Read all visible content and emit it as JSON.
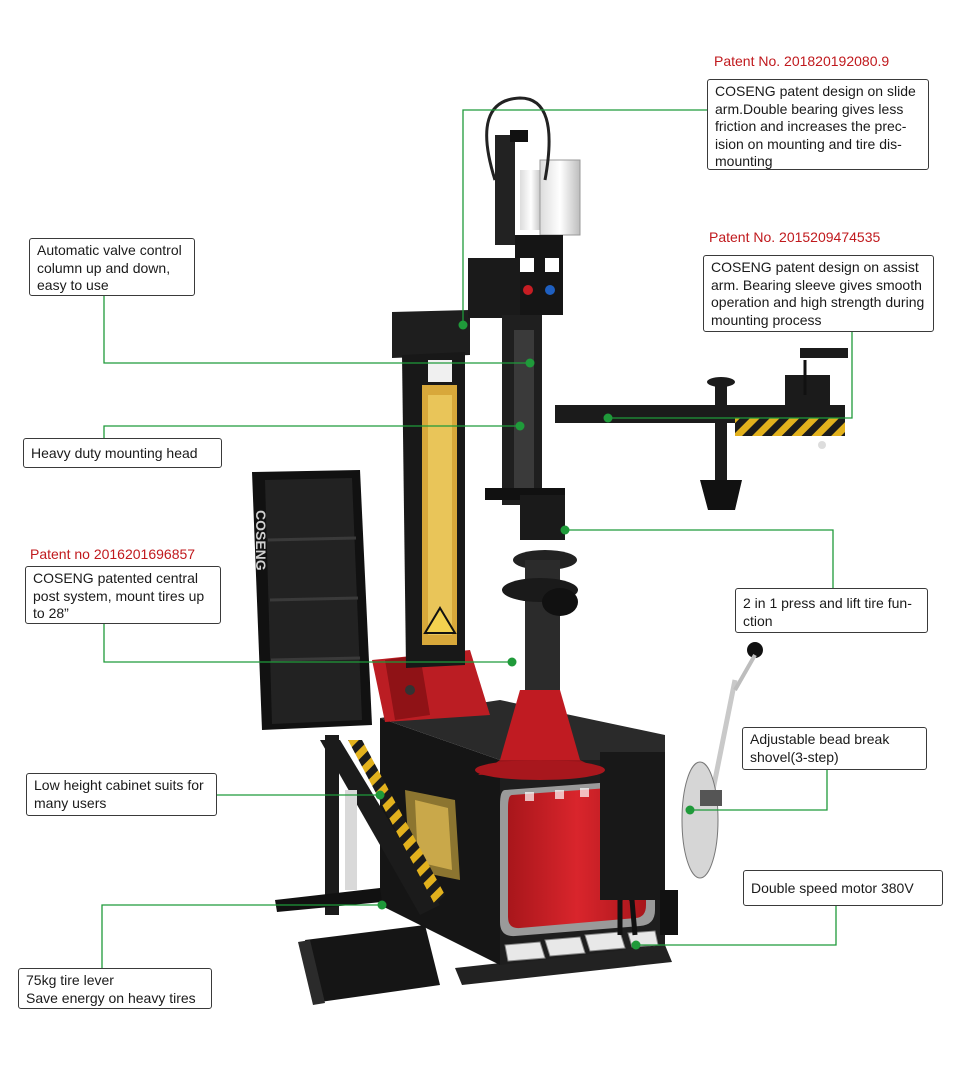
{
  "colors": {
    "leader_line": "#1f9a3a",
    "patent_text": "#c0191d",
    "machine_red": "#cc1f26",
    "machine_black": "#1b1b1b",
    "warning_yellow": "#e2b11d"
  },
  "patents": {
    "slide_arm": "Patent No. 201820192080.9",
    "assist_arm": "Patent No. 2015209474535",
    "central_post": "Patent no 2016201696857"
  },
  "callouts": {
    "slide_arm": "COSENG patent design on slide\narm.Double bearing gives less\nfriction and increases the prec-\nision on mounting and tire dis-\nmounting",
    "assist_arm": "COSENG patent design on assist\narm. Bearing sleeve gives smooth\noperation and high strength during\nmounting process",
    "valve_control": "Automatic valve control\ncolumn up and down,\neasy to use",
    "mounting_head": "Heavy duty mounting head",
    "central_post": "COSENG patented central\npost system, mount tires up\nto 28”",
    "press_lift": "2 in 1 press and lift tire fun-\nction",
    "low_cabinet": "Low height cabinet suits for\nmany users",
    "bead_break": "Adjustable bead break\n shovel(3-step)",
    "motor": "Double speed motor 380V",
    "tire_lever": "75kg tire lever\nSave energy on heavy tires"
  },
  "machine": {
    "brand_vertical": "COSENG"
  }
}
